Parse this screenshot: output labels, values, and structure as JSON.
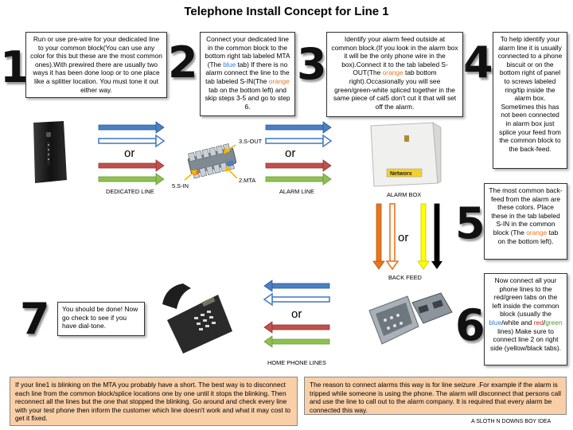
{
  "title": "Telephone Install Concept for Line 1",
  "steps": {
    "n1": "1",
    "n2": "2",
    "n3": "3",
    "n4": "4",
    "n5": "5",
    "n6": "6",
    "n7": "7",
    "s1": "Run or use pre-wire for your dedicated line to your common block(You can use any color for this but these are the most common ones).With prewired there are usually two ways it has been done loop or to one place like a splitter location. You must tone it out either way.",
    "s2_a": "Connect your dedicated line in the common block to the bottom right tab labeled MTA (The ",
    "s2_blue": "blue",
    "s2_b": " tab) If there is no alarm connect the line to the tab labeled S-IN(The ",
    "s2_orange": "orange",
    "s2_c": " tab on the bottom left) and skip steps 3-5 and go to step 6.",
    "s3_a": "Identify your alarm feed outside at common block.(If you look in the alarm box it will be the only phone wire in the box).Connect it to the tab labeled S-OUT(The ",
    "s3_orange": "orange",
    "s3_b": " tab bottom right).Occasionally you will see green/green-white spliced together in the same piece of cat5 don't cut it that will set off the alarm.",
    "s4": "To help identify your alarm line it is usually connected to a phone biscuit or on the bottom right of panel to screws labeled ring/tip inside the alarm box. Sometimes this has not been connected in alarm box just splice your feed from the common block to the back-feed.",
    "s5_a": "The most common back-feed from the alarm are these colors. Place these in the tab labeled S-IN in the common block (The ",
    "s5_orange": "orange",
    "s5_b": " tab on the bottom left).",
    "s6_a": "Now connect all your phone lines to the red/green tabs on the left inside the common block (usually the ",
    "s6_blue": "blue",
    "s6_b": "/white and ",
    "s6_red": "red",
    "s6_slash": "/",
    "s6_green": "green",
    "s6_c": " lines) Make sure to connect line 2 on right side (yellow/black tabs).",
    "s7": "You should be done! Now go check to see if you have dial-tone."
  },
  "labels": {
    "or": "or",
    "dedicated_line": "DEDICATED LINE",
    "alarm_line": "ALARM LINE",
    "alarm_box": "ALARM BOX",
    "back_feed": "BACK FEED",
    "home_phone_lines": "HOME PHONE LINES",
    "s_out": "3.S-OUT",
    "mta": "2.MTA",
    "s_in": "5.S-IN",
    "alarm_brand": "Networx"
  },
  "notes": {
    "blinking": "If your line1 is blinking on the MTA you probably have a short. The best way is to disconnect each line from the common block/splice locations one by one until it stops the blinking. Then reconnect all the lines but the one that stopped the blinking. Go around and check every line with your test phone then inform the customer which line doesn't work and what it may cost to get it fixed.",
    "seizure": "The reason to connect alarms this way is for line seizure .For example if the alarm is tripped  while someone  is using the phone. The alarm will disconnect that persons call and use the line to call out to the alarm company. It is required that every alarm be connected this way."
  },
  "footer": "A SLOTH N DOWNS BOY IDEA",
  "colors": {
    "wire_blue": "#4a7fc4",
    "wire_red": "#c0504d",
    "wire_green": "#8fc050",
    "wire_orange": "#e8761e",
    "wire_yellow": "#ffff00",
    "wire_black": "#000000",
    "note_bg": "#f9cfa8",
    "callout_arrow": "#f5b800"
  }
}
